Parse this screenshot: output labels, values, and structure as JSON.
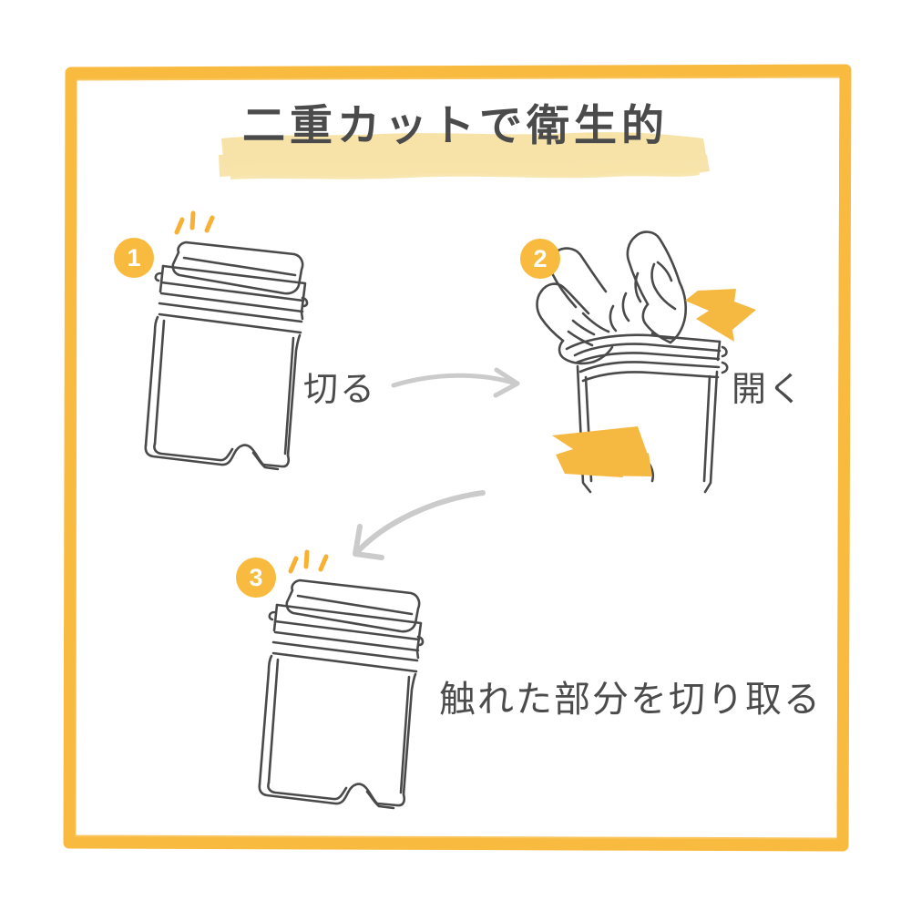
{
  "page": {
    "background_color": "#ffffff",
    "frame_color": "#f8bb3f",
    "title": "二重カットで衛生的",
    "title_color": "#4b4b4b",
    "highlight_color": "#f7e3a8",
    "accent_color": "#f8bb3f",
    "arrow_gray": "#cccccc",
    "line_color": "#4a4a4a"
  },
  "steps": [
    {
      "number": "1",
      "badge_label": "1",
      "caption": "切る",
      "illustration": "pouch-cut-top",
      "sparkle": true
    },
    {
      "number": "2",
      "badge_label": "2",
      "caption": "開く",
      "illustration": "hands-opening-pouch",
      "arrows": [
        {
          "name": "arrow-up-right",
          "color": "#f5b942"
        },
        {
          "name": "arrow-down-left",
          "color": "#f5b942"
        }
      ]
    },
    {
      "number": "3",
      "badge_label": "3",
      "caption": "触れた部分を切り取る",
      "illustration": "pouch-second-cut",
      "sparkle": true
    }
  ],
  "flow_arrows": [
    {
      "name": "flow-arrow-step1-to-step2",
      "color": "#cccccc",
      "direction": "right"
    },
    {
      "name": "flow-arrow-step2-to-step3",
      "color": "#cccccc",
      "direction": "down-left"
    }
  ]
}
